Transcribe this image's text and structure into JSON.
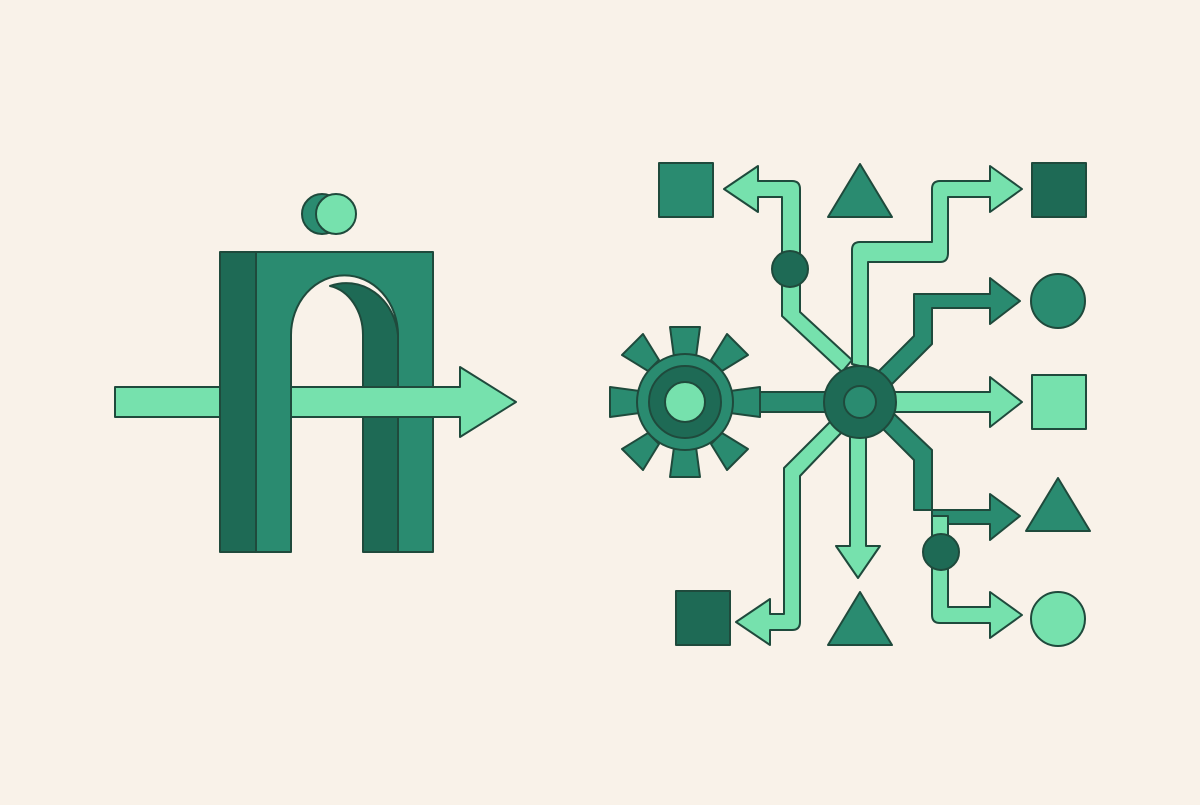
{
  "colors": {
    "background": "#f9f2e9",
    "outline": "#1f4a3c",
    "dark_green": "#1e6a55",
    "mid_green": "#2a8b70",
    "light_green": "#76e1ad"
  },
  "illustration": {
    "left_figure": "arch-with-arrow-through",
    "right_figure": "gear-and-hub-distributing-arrows",
    "right_outputs": [
      "square",
      "triangle",
      "square",
      "circle",
      "square",
      "triangle",
      "circle",
      "square",
      "triangle"
    ]
  }
}
